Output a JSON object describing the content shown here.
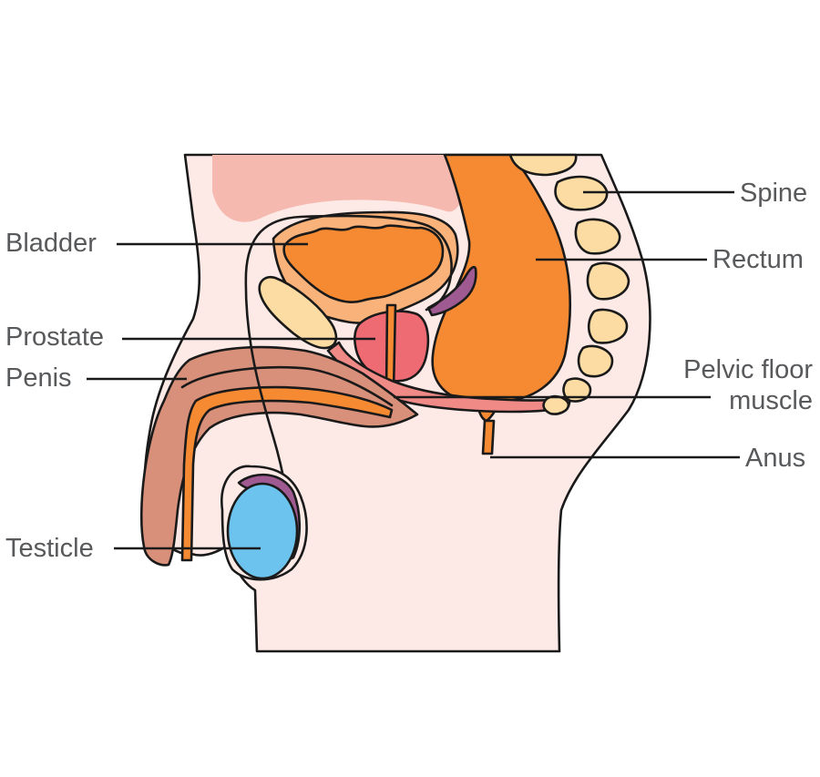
{
  "labels": {
    "bladder": "Bladder",
    "prostate": "Prostate",
    "penis": "Penis",
    "testicle": "Testicle",
    "spine": "Spine",
    "rectum": "Rectum",
    "pelvic_floor_line1": "Pelvic floor",
    "pelvic_floor_line2": "muscle",
    "anus": "Anus"
  },
  "colors": {
    "skin": "#fdeae7",
    "internal_tissue": "#f6b9b0",
    "bladder_wall": "#f9b27a",
    "orange_organ": "#f58a33",
    "prostate": "#ef6b74",
    "pelvic_floor": "#ef8a86",
    "penis": "#d9907a",
    "vas_deferens": "#8c4a7d",
    "seminal_vesicle": "#a05a92",
    "testicle": "#6cc4ee",
    "bone": "#fcdca2",
    "outline": "#1a1a1a",
    "label_text": "#58595b"
  }
}
